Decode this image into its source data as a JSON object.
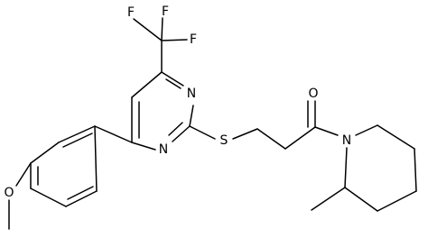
{
  "molecule": {
    "atoms": [
      {
        "id": "F1",
        "label": "F"
      },
      {
        "id": "F2",
        "label": "F"
      },
      {
        "id": "F3",
        "label": "F"
      },
      {
        "id": "N1",
        "label": "N"
      },
      {
        "id": "N2",
        "label": "N"
      },
      {
        "id": "S",
        "label": "S"
      },
      {
        "id": "O1",
        "label": "O"
      },
      {
        "id": "N3",
        "label": "N"
      },
      {
        "id": "O2",
        "label": "O"
      }
    ]
  }
}
